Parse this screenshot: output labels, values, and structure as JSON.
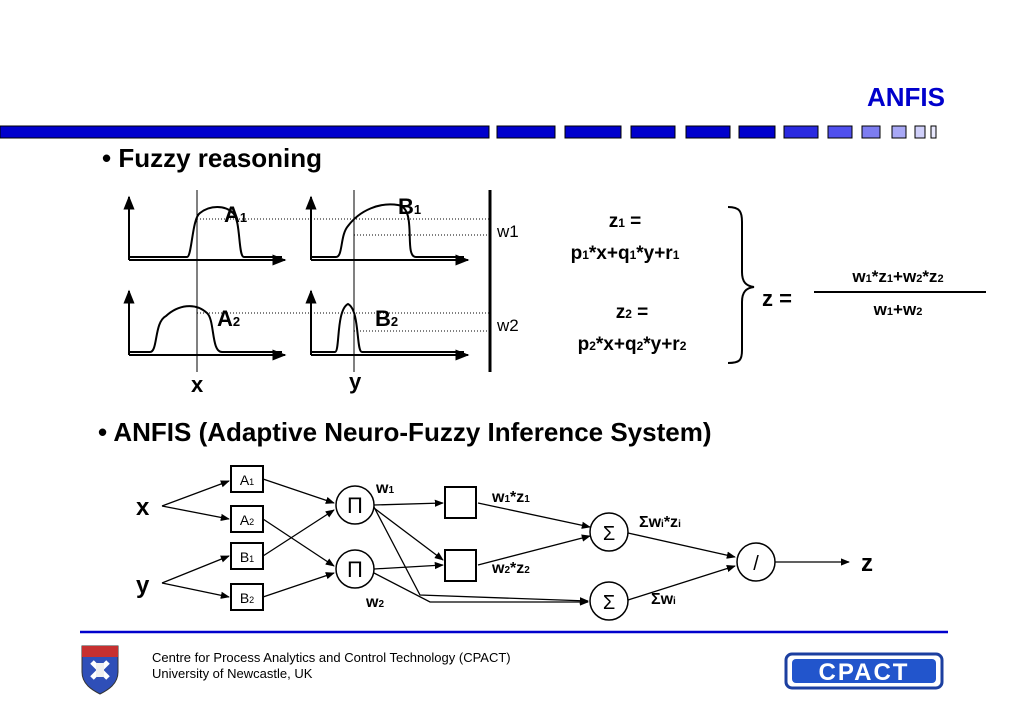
{
  "header": {
    "title": "ANFIS"
  },
  "sections": {
    "fuzzy": {
      "bullet": "•",
      "heading": "Fuzzy reasoning"
    },
    "anfis": {
      "bullet": "•",
      "heading": "ANFIS (Adaptive Neuro-Fuzzy Inference System)"
    }
  },
  "reasoning": {
    "a1": {
      "base": "A",
      "sub": "1"
    },
    "a2": {
      "base": "A",
      "sub": "2"
    },
    "b1": {
      "base": "B",
      "sub": "1"
    },
    "b2": {
      "base": "B",
      "sub": "2"
    },
    "w1": "w1",
    "w2": "w2",
    "x_label": "x",
    "y_label": "y",
    "z1_line1": {
      "a": "z",
      "a_sub": "1",
      "b": " ="
    },
    "z1_line2": [
      "p",
      "1",
      "*x+q",
      "1",
      "*y+r",
      "1"
    ],
    "z2_line1": {
      "a": "z",
      "a_sub": "2",
      "b": " ="
    },
    "z2_line2": [
      "p",
      "2",
      "*x+q",
      "2",
      "*y+r",
      "2"
    ],
    "z_eq": "z =",
    "numerator": [
      "w",
      "1",
      "*z",
      "1",
      "+w",
      "2",
      "*z",
      "2"
    ],
    "denominator": [
      "w",
      "1",
      "+w",
      "2"
    ]
  },
  "network": {
    "inputs": {
      "x": "x",
      "y": "y"
    },
    "nodes": {
      "a1": {
        "base": "A",
        "sub": "1"
      },
      "a2": {
        "base": "A",
        "sub": "2"
      },
      "b1": {
        "base": "B",
        "sub": "1"
      },
      "b2": {
        "base": "B",
        "sub": "2"
      },
      "pi": "Π",
      "sigma": "Σ",
      "div": "/"
    },
    "labels": {
      "w1": {
        "base": "w",
        "sub": "1"
      },
      "w2": {
        "base": "w",
        "sub": "2"
      },
      "w1z1": [
        "w",
        "1",
        "*z",
        "1"
      ],
      "w2z2": [
        "w",
        "2",
        "*z",
        "2"
      ],
      "sum_wz": [
        "Σw",
        "i",
        "*z",
        "i"
      ],
      "sum_w": [
        "Σw",
        "i"
      ]
    },
    "output": "z"
  },
  "footer": {
    "line1": "Centre for Process Analytics and Control Technology   (CPACT)",
    "line2": "University  of  Newcastle, UK",
    "logo_text": "CPACT"
  },
  "colors": {
    "accent": "#0000cc",
    "bar": "#0000cc",
    "logo_fill": "#2255cc"
  }
}
